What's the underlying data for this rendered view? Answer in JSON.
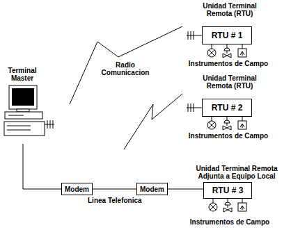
{
  "diagram": {
    "nodes": [
      {
        "text": [
          "RTU # 1"
        ]
      },
      {
        "text": [
          "RTU # 2"
        ]
      },
      {
        "text": [
          "Terminal Master"
        ]
      },
      {
        "text": [
          "Modem"
        ]
      },
      {
        "text": [
          "Modem"
        ]
      },
      {
        "text": [
          "RTU # 3"
        ]
      }
    ],
    "edges": [
      {
        "from": 2,
        "to": 3,
        "arrow": "none"
      },
      {
        "from": 3,
        "to": 4,
        "label": "Linea Telefonica",
        "arrow": "none"
      },
      {
        "from": 4,
        "to": 5,
        "arrow": "none"
      }
    ],
    "labels": [
      "Unidad Terminal Remota (RTU)",
      "Instrumentos de Campo",
      "Radio Comunicacion",
      "Unidad Terminal Remota (RTU)",
      "Instrumentos de Campo",
      "Unidad Terminal Remota Adjunta a Equipo Local",
      "Instrumentos de Campo"
    ]
  }
}
